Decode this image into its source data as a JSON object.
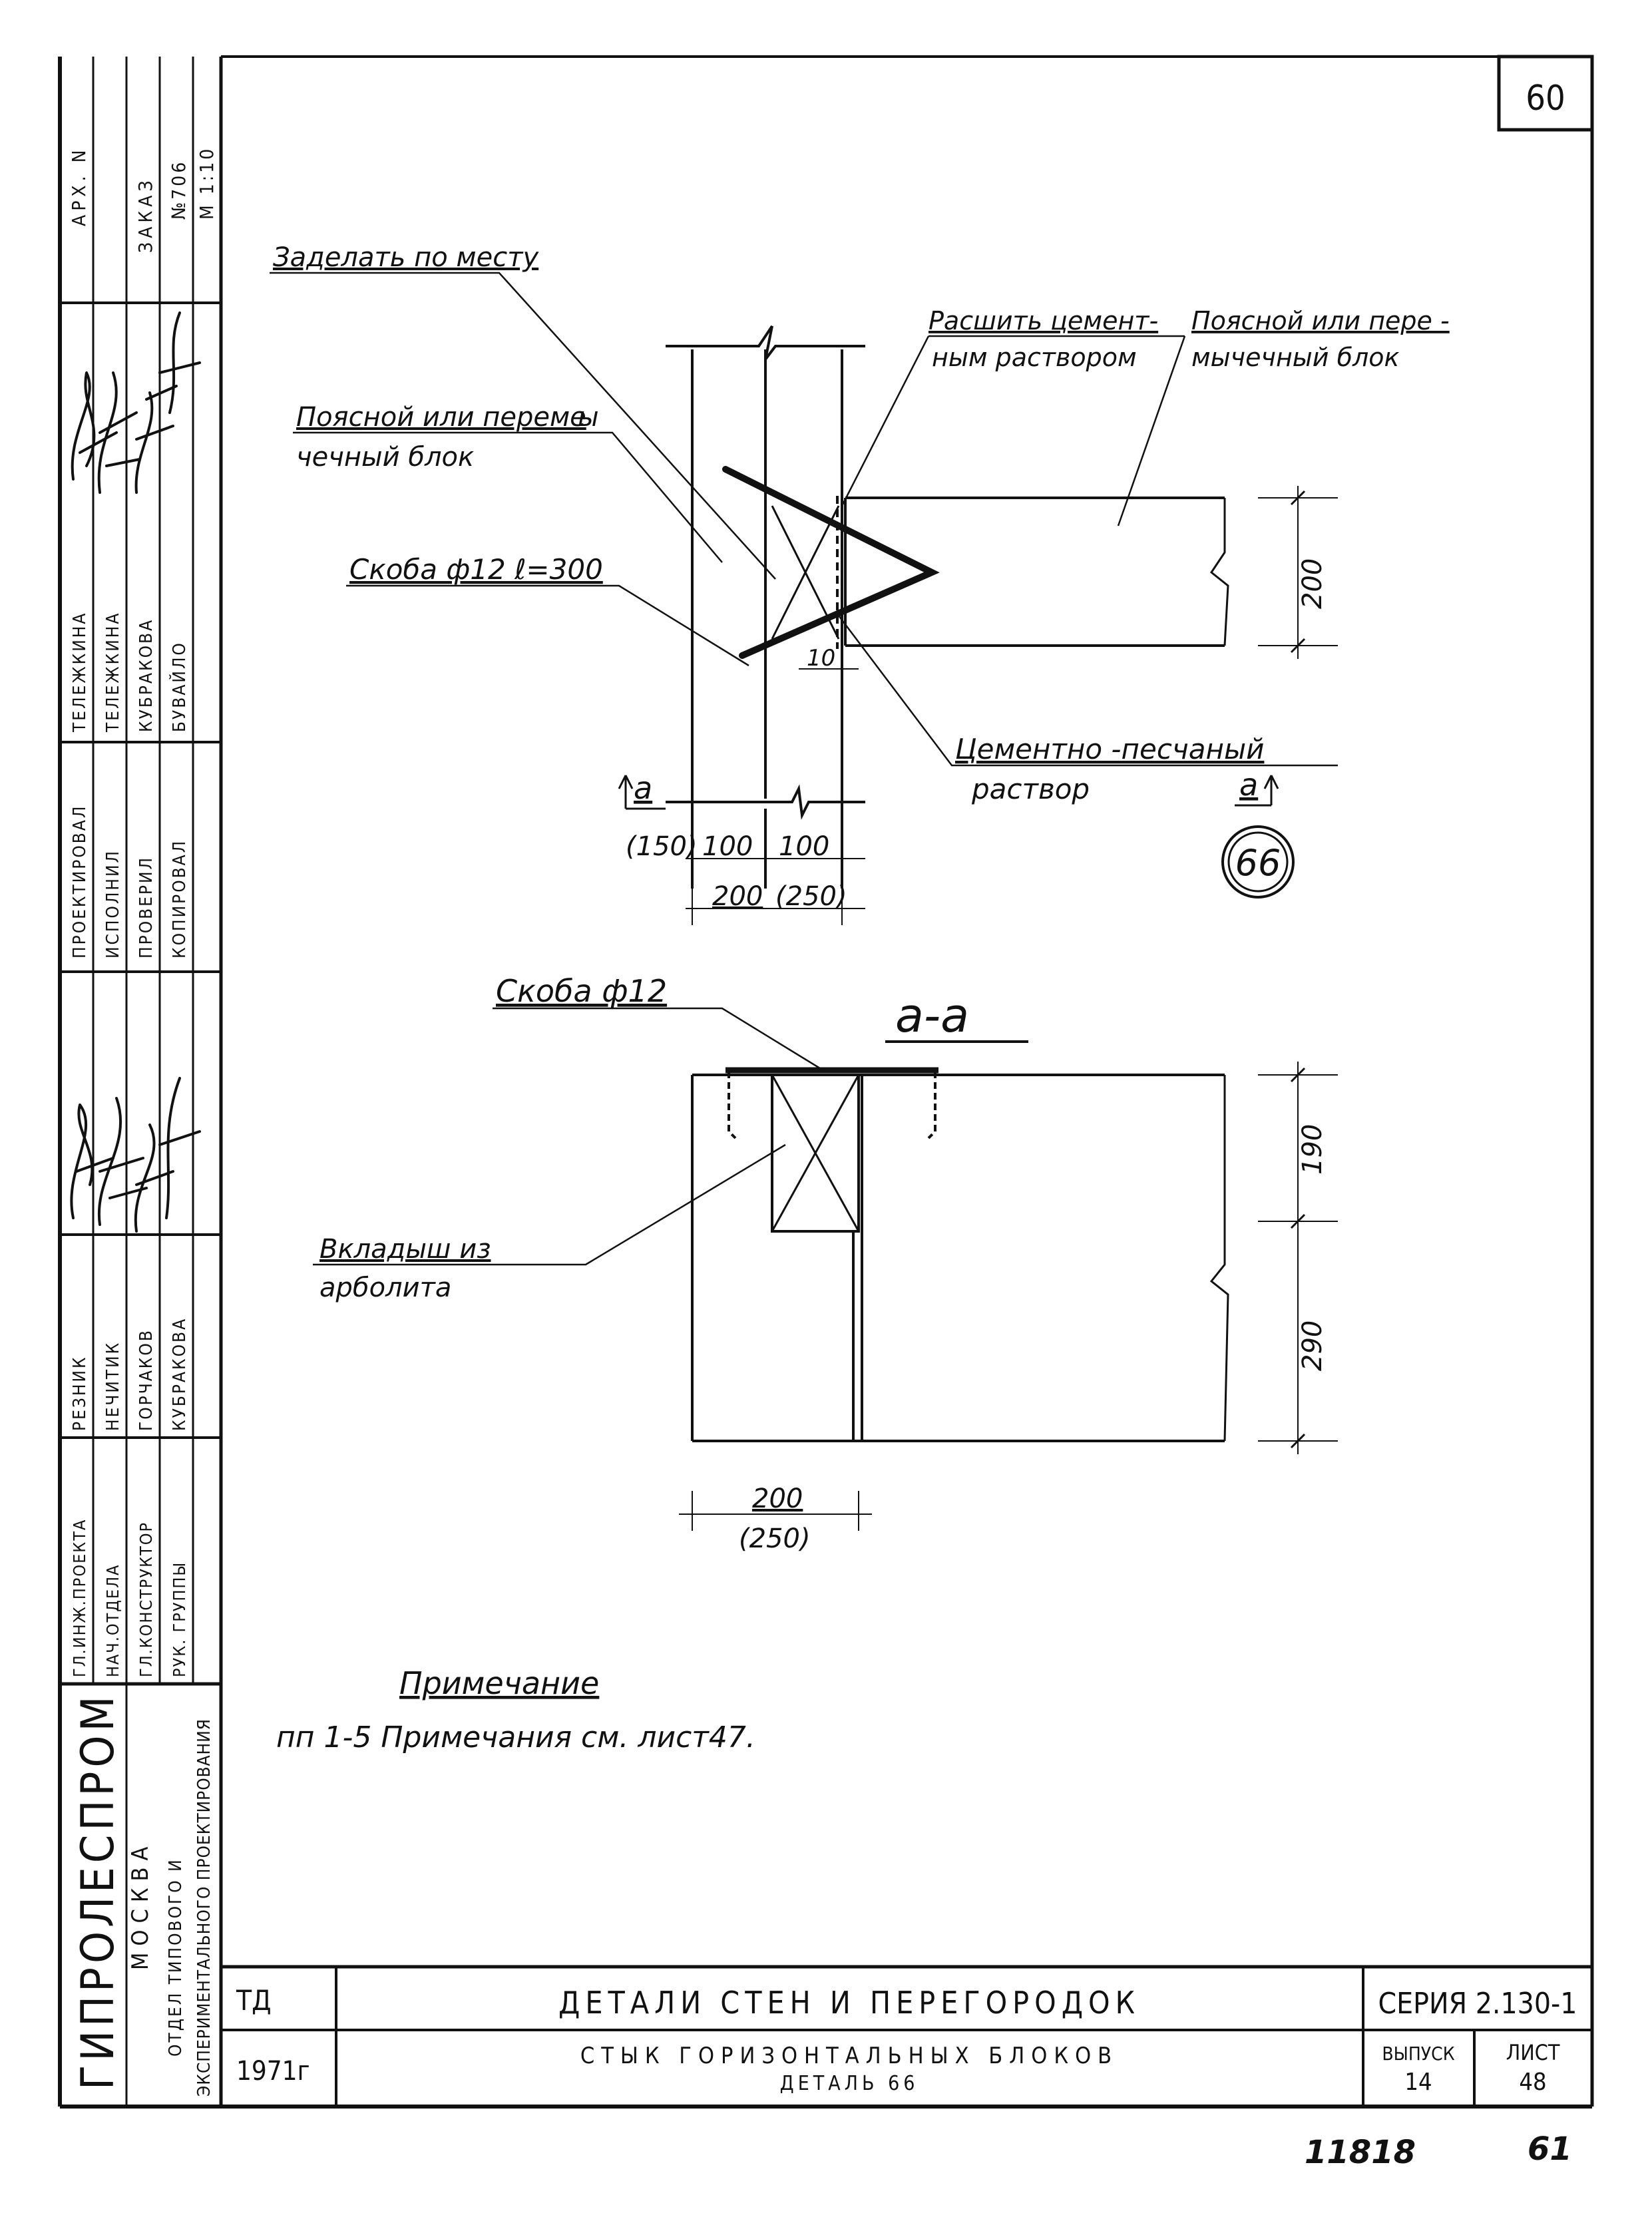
{
  "sheet": {
    "page_number_box": "60",
    "footer_number_left": "11818",
    "footer_number_right": "61"
  },
  "side_strip": {
    "archive": [
      "АРХ. N",
      "ЗАКАЗ",
      "№706",
      "М 1:10"
    ],
    "roles_bottom": [
      "ГЛ.ИНЖ.ПРОЕКТА",
      "НАЧ.ОТДЕЛА",
      "ГЛ.КОНСТРУКТОР",
      "РУК. ГРУППЫ"
    ],
    "names_bottom": [
      "РЕЗНИК",
      "НЕЧИТИК",
      "ГОРЧАКОВ",
      "КУБРАКОВА"
    ],
    "roles_top": [
      "ПРОЕКТИРОВАЛ",
      "ИСПОЛНИЛ",
      "ПРОВЕРИЛ",
      "КОПИРОВАЛ"
    ],
    "names_top": [
      "ТЕЛЕЖКИНА",
      "ТЕЛЕЖКИНА",
      "КУБРАКОВА",
      "БУВАЙЛО"
    ],
    "org_name": "ГИПРОЛЕСПРОМ",
    "org_city": "МОСКВА",
    "org_dept_1": "ОТДЕЛ ТИПОВОГО И",
    "org_dept_2": "ЭКСПЕРИМЕНТАЛЬНОГО ПРОЕКТИРОВАНИЯ"
  },
  "detail_top": {
    "callout_1": "Заделать по месту",
    "callout_2_l1": "Поясной или переме",
    "callout_2_l2": "ы",
    "callout_2_l3": "чечный блок",
    "callout_3": "Скоба ф12 ℓ=300",
    "callout_4_l1": "Расшить цемент-",
    "callout_4_l2": "ным раствором",
    "callout_5_l1": "Поясной или пере -",
    "callout_5_l2": "мычечный блок",
    "callout_6_l1": "Цементно -песчаный",
    "callout_6_l2": "раствор",
    "dim_10": "10",
    "dim_200_height": "200",
    "dim_150": "(150)",
    "dim_100_left": "100",
    "dim_100_right": "100",
    "dim_200_width": "200",
    "dim_250": "(250)",
    "section_mark": "а",
    "detail_circle": "66"
  },
  "section_aa": {
    "title": "а-а",
    "callout_bracket": "Скоба ф12",
    "callout_insert_l1": "Вкладыш из",
    "callout_insert_l2": "арболита",
    "dim_190": "190",
    "dim_290": "290",
    "dim_200": "200",
    "dim_250": "(250)"
  },
  "note": {
    "title": "Примечание",
    "text": "пп 1-5 Примечания см. лист47."
  },
  "title_block": {
    "code": "ТД",
    "year": "1971г",
    "title": "ДЕТАЛИ СТЕН И ПЕРЕГОРОДОК",
    "subtitle_1": "СТЫК ГОРИЗОНТАЛЬНЫХ БЛОКОВ",
    "subtitle_2": "ДЕТАЛЬ 66",
    "series": "СЕРИЯ 2.130-1",
    "issue_label": "ВЫПУСК",
    "issue_value": "14",
    "sheet_label": "ЛИСТ",
    "sheet_value": "48"
  }
}
